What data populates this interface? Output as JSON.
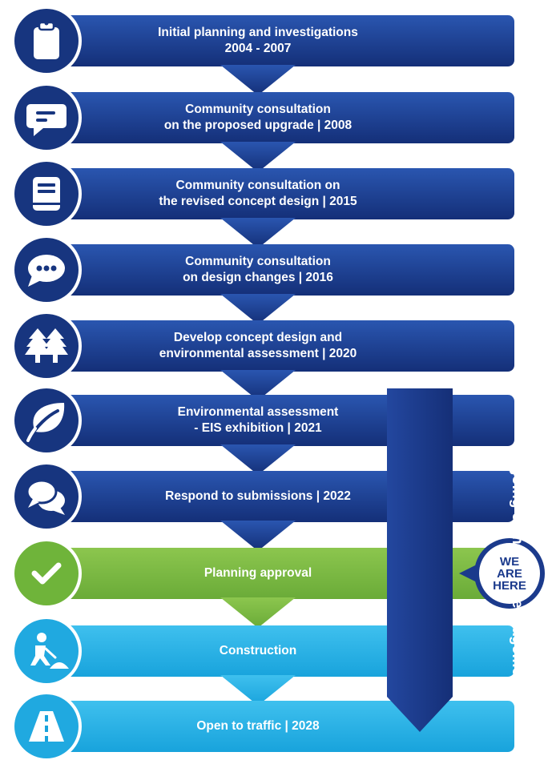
{
  "stages": [
    {
      "line1": "Initial planning and investigations",
      "line2": "2004 - 2007",
      "icon": "clipboard-icon"
    },
    {
      "line1": "Community consultation",
      "line2": "on the proposed upgrade | 2008",
      "icon": "chat-icon"
    },
    {
      "line1": "Community consultation on",
      "line2": "the revised concept design | 2015",
      "icon": "book-icon"
    },
    {
      "line1": "Community consultation",
      "line2": "on design changes | 2016",
      "icon": "speech-bubble-icon"
    },
    {
      "line1": "Develop concept design and",
      "line2": "environmental assessment | 2020",
      "icon": "trees-icon"
    },
    {
      "line1": "Environmental assessment",
      "line2": "- EIS exhibition | 2021",
      "icon": "leaf-icon"
    },
    {
      "line1": "Respond to submissions | 2022",
      "line2": "",
      "icon": "conversation-icon"
    },
    {
      "line1": "Planning approval",
      "line2": "",
      "icon": "checkmark-icon"
    },
    {
      "line1": "Construction",
      "line2": "",
      "icon": "road-worker-icon"
    },
    {
      "line1": "Open to traffic | 2028",
      "line2": "",
      "icon": "road-icon"
    }
  ],
  "ongoing_label": "Ongoing community engagement",
  "here_badge": {
    "line1": "WE",
    "line2": "ARE",
    "line3": "HERE"
  },
  "colors": {
    "navy_light": "#2a56b0",
    "navy_dark": "#142f78",
    "green_light": "#8cc64e",
    "green_dark": "#6aab38",
    "blue_light": "#3fc0ee",
    "blue_dark": "#18a3dc",
    "ongoing_band": "#1c3d8f"
  }
}
